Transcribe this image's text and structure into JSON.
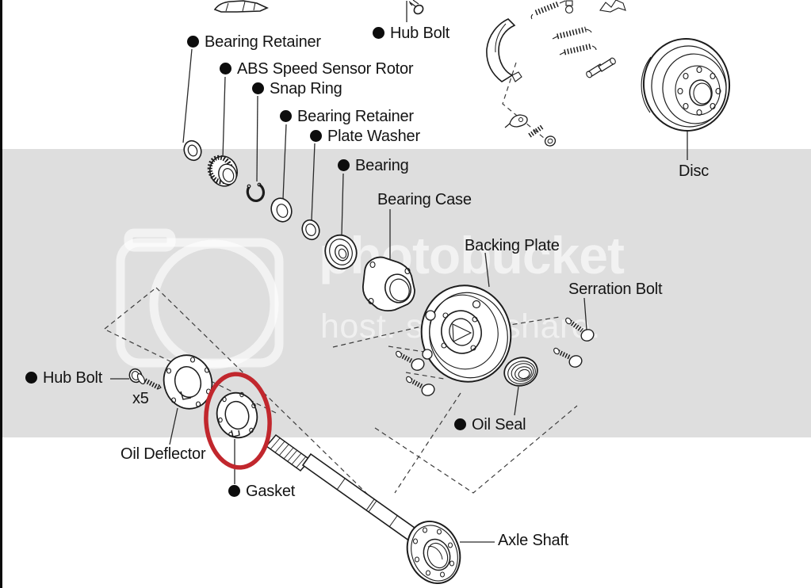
{
  "watermark": {
    "brand": "photobucket",
    "tagline": "host. store. share."
  },
  "colors": {
    "highlight_red": "#c1272d",
    "band_gray": "#dedede",
    "line_art": "#1c1c1c"
  },
  "parts": {
    "bearing_retainer_top": "Bearing Retainer",
    "hub_bolt_top": "Hub Bolt",
    "abs_speed_sensor_rotor": "ABS Speed Sensor Rotor",
    "snap_ring": "Snap Ring",
    "bearing_retainer_2": "Bearing Retainer",
    "plate_washer": "Plate Washer",
    "bearing": "Bearing",
    "bearing_case": "Bearing Case",
    "backing_plate": "Backing Plate",
    "serration_bolt": "Serration Bolt",
    "disc": "Disc",
    "hub_bolt_left": "Hub Bolt",
    "hub_bolt_quantity": "x5",
    "oil_deflector": "Oil Deflector",
    "gasket": "Gasket",
    "oil_seal": "Oil Seal",
    "axle_shaft": "Axle Shaft"
  },
  "annotation": {
    "highlighted_part": "Gasket"
  }
}
